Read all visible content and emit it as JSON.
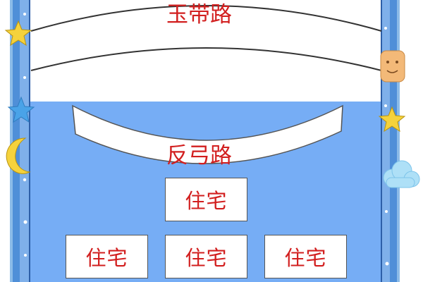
{
  "diagram": {
    "top_road": {
      "label": "玉带路"
    },
    "bottom_road": {
      "label": "反弓路"
    },
    "houses": [
      {
        "label": "住宅"
      },
      {
        "label": "住宅"
      },
      {
        "label": "住宅"
      },
      {
        "label": "住宅"
      }
    ]
  },
  "colors": {
    "background": "#ffffff",
    "water_blue": "#76adf5",
    "frame_blue": "#4f8fd8",
    "label_red": "#d21f1f",
    "star_yellow": "#f5d23c",
    "star_blue": "#4aa3e8"
  },
  "decorations": [
    {
      "icon": "star-icon",
      "color": "#f5d23c"
    },
    {
      "icon": "star-icon",
      "color": "#4aa3e8"
    },
    {
      "icon": "moon-icon",
      "color": "#f5d23c"
    },
    {
      "icon": "emoji-face-icon",
      "color": "#f3b978"
    },
    {
      "icon": "star-icon",
      "color": "#f5d23c"
    },
    {
      "icon": "cloud-icon",
      "color": "#aee0f7"
    }
  ]
}
